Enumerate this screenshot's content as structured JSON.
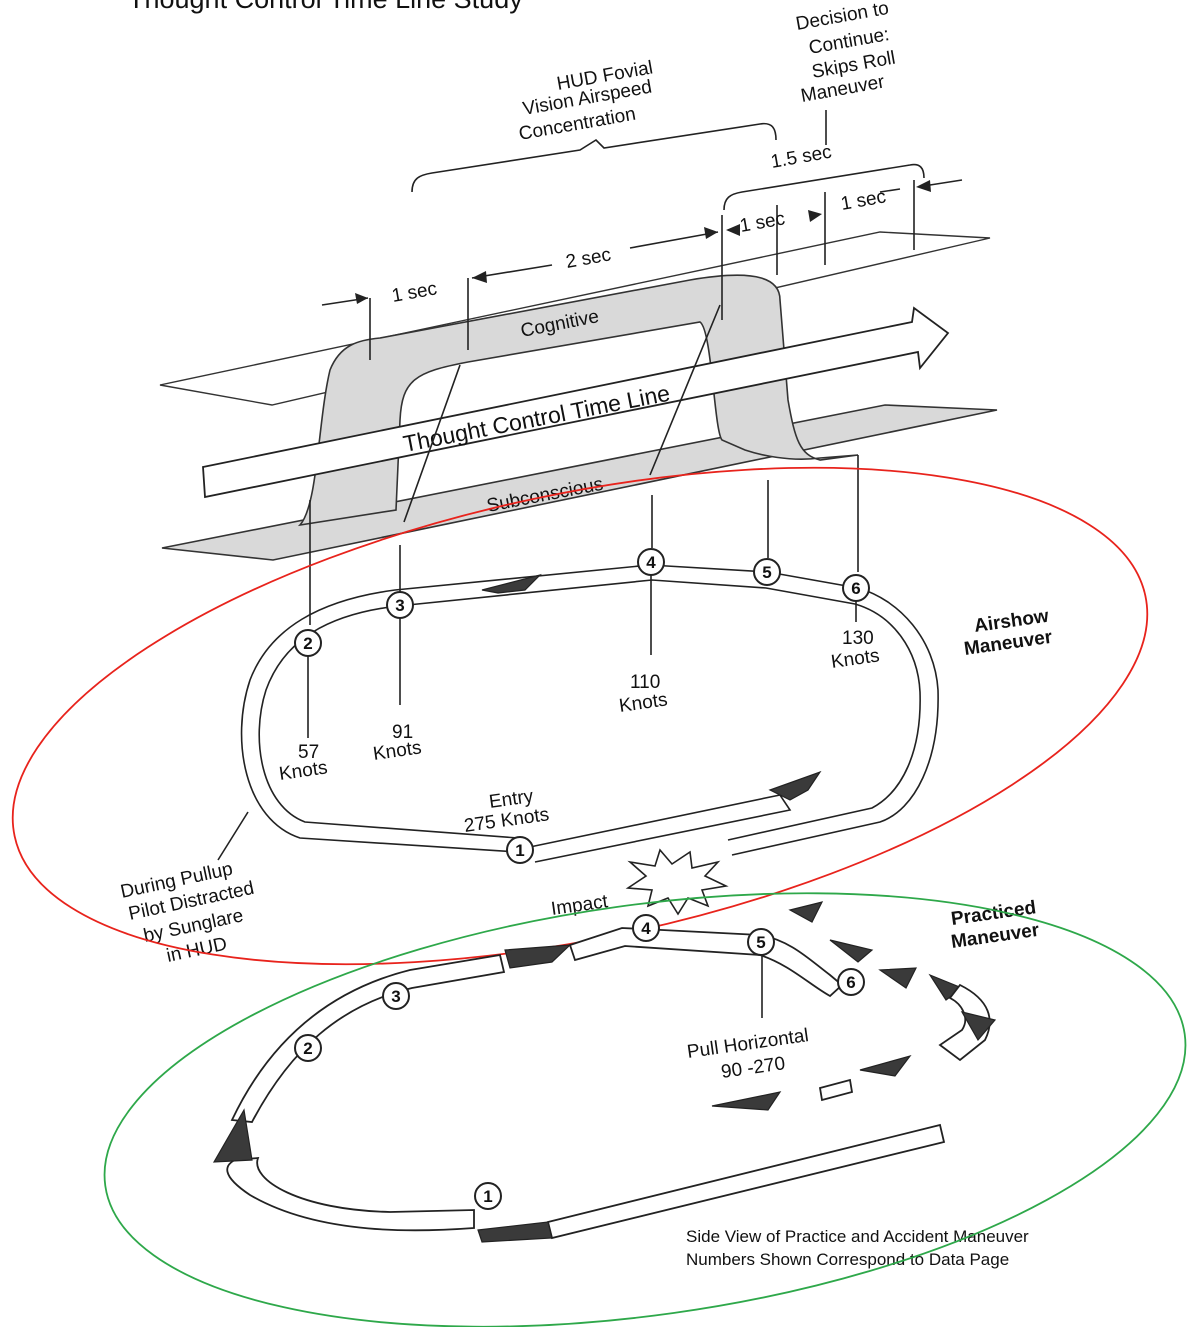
{
  "header": {
    "title": "Thought Control Time Line Study"
  },
  "timeline": {
    "label": "Thought Control Time Line",
    "cognitive_label": "Cognitive",
    "subconscious_label": "Subconscious"
  },
  "annotations": {
    "hud_focus": [
      "HUD Fovial",
      "Vision Airspeed",
      "Concentration"
    ],
    "decision": [
      "Decision to",
      "Continue:",
      "Skips Roll",
      "Maneuver"
    ]
  },
  "durations": {
    "d1": "1 sec",
    "d2": "2 sec",
    "d3": "1 sec",
    "d4": "1 sec",
    "d5": "1.5 sec"
  },
  "airshow": {
    "title": [
      "Airshow",
      "Maneuver"
    ],
    "nodes": [
      "1",
      "2",
      "3",
      "4",
      "5",
      "6"
    ],
    "speeds": {
      "n2": [
        "57",
        "Knots"
      ],
      "n3": [
        "91",
        "Knots"
      ],
      "n4": [
        "110",
        "Knots"
      ],
      "n6": [
        "130",
        "Knots"
      ]
    },
    "entry": [
      "Entry",
      "275 Knots"
    ],
    "distraction": [
      "During Pullup",
      "Pilot Distracted",
      "by Sunglare",
      "in HUD"
    ],
    "impact_label": "Impact"
  },
  "practiced": {
    "title": [
      "Practiced",
      "Maneuver"
    ],
    "nodes": [
      "1",
      "2",
      "3",
      "4",
      "5",
      "6"
    ],
    "pull": [
      "Pull Horizontal",
      "90 -270"
    ],
    "caption": [
      "Side View of Practice and Accident Maneuver",
      "Numbers Shown Correspond to Data Page"
    ]
  },
  "colors": {
    "airshow_ellipse": "#e8231c",
    "practiced_ellipse": "#2ea84a",
    "band_fill": "#d9d9d9"
  }
}
